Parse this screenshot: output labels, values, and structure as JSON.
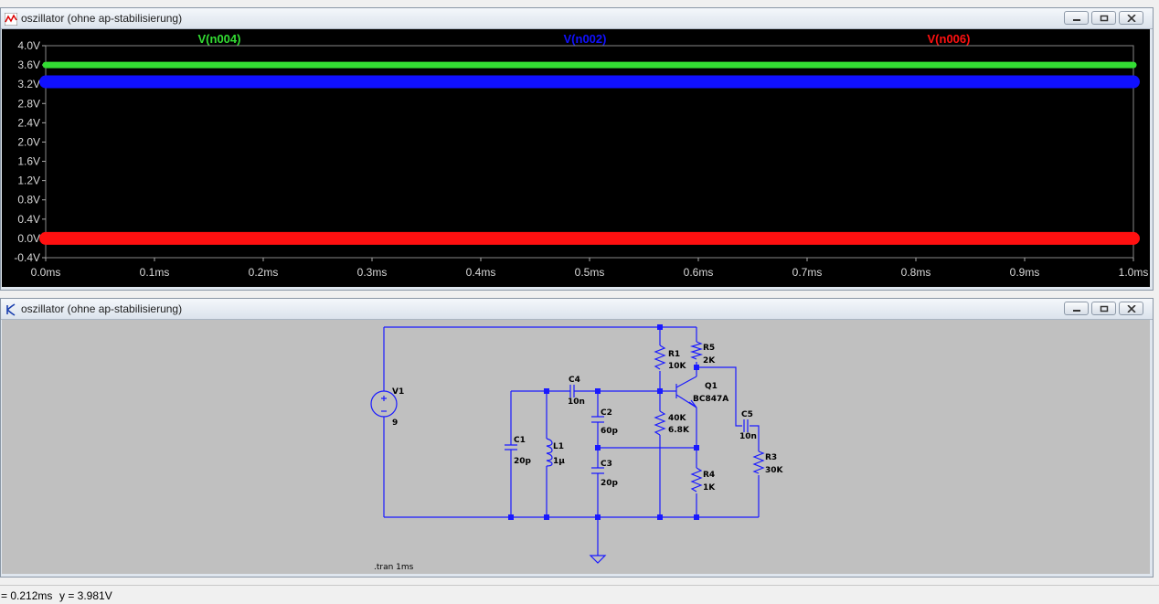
{
  "plot_window": {
    "title": "oszillator (ohne ap-stabilisierung)",
    "traces": [
      {
        "label": "V(n004)",
        "color": "#33dd33",
        "level": 3.6
      },
      {
        "label": "V(n002)",
        "color": "#1010ff",
        "level": 3.25
      },
      {
        "label": "V(n006)",
        "color": "#ff1010",
        "level": 0.0
      }
    ],
    "y_ticks": [
      "4.0V",
      "3.6V",
      "3.2V",
      "2.8V",
      "2.4V",
      "2.0V",
      "1.6V",
      "1.2V",
      "0.8V",
      "0.4V",
      "0.0V",
      "-0.4V"
    ],
    "x_ticks": [
      "0.0ms",
      "0.1ms",
      "0.2ms",
      "0.3ms",
      "0.4ms",
      "0.5ms",
      "0.6ms",
      "0.7ms",
      "0.8ms",
      "0.9ms",
      "1.0ms"
    ]
  },
  "chart_data": {
    "type": "line",
    "xlabel": "",
    "ylabel": "",
    "xlim": [
      0,
      1.0
    ],
    "ylim": [
      -0.4,
      4.0
    ],
    "series": [
      {
        "name": "V(n004)",
        "x": [
          0.0,
          1.0
        ],
        "values": [
          3.6,
          3.6
        ]
      },
      {
        "name": "V(n002)",
        "x": [
          0.0,
          1.0
        ],
        "values": [
          3.25,
          3.25
        ]
      },
      {
        "name": "V(n006)",
        "x": [
          0.0,
          1.0
        ],
        "values": [
          0.0,
          0.0
        ]
      }
    ]
  },
  "schematic_window": {
    "title": "oszillator (ohne ap-stabilisierung)",
    "labels": {
      "v1": "V1",
      "v1_val": "9",
      "c1": "C1",
      "c1_val": "20p",
      "l1": "L1",
      "l1_val": "1µ",
      "c4": "C4",
      "c4_val": "10n",
      "c2": "C2",
      "c2_val": "60p",
      "c3": "C3",
      "c3_val": "20p",
      "r1": "R1",
      "r1_val": "10K",
      "r5": "R5",
      "r5_val": "2K",
      "q1": "Q1",
      "q1_val": "BC847A",
      "r2_val1": "40K",
      "r2_val2": "6.8K",
      "r4": "R4",
      "r4_val": "1K",
      "c5": "C5",
      "c5_val": "10n",
      "r3": "R3",
      "r3_val": "30K",
      "directive": ".tran 1ms"
    }
  },
  "status_bar": {
    "x_readout": "= 0.212ms",
    "y_readout": "y = 3.981V"
  }
}
